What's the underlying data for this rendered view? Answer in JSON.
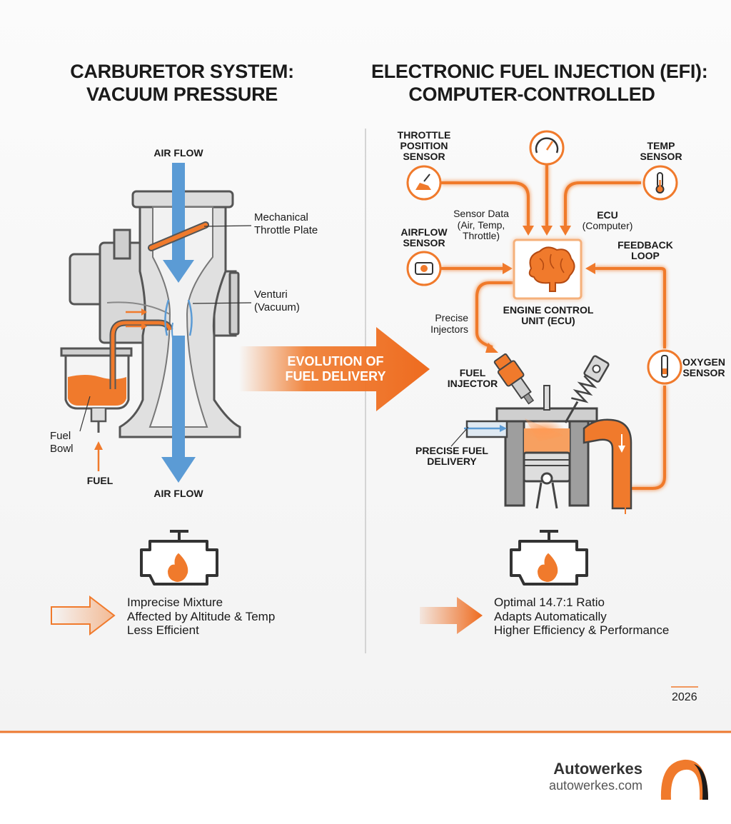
{
  "left": {
    "title_line1": "CARBURETOR SYSTEM:",
    "title_line2": "VACUUM PRESSURE",
    "air_flow_top": "AIR FLOW",
    "throttle_line1": "Mechanical",
    "throttle_line2": "Throttle Plate",
    "venturi_line1": "Venturi",
    "venturi_line2": "(Vacuum)",
    "fuel_bowl_line1": "Fuel",
    "fuel_bowl_line2": "Bowl",
    "fuel": "FUEL",
    "air_flow_bottom": "AIR FLOW",
    "note1": "Imprecise Mixture",
    "note2": "Affected by Altitude & Temp",
    "note3": "Less Efficient"
  },
  "center": {
    "evolution_line1": "EVOLUTION OF",
    "evolution_line2": "FUEL DELIVERY"
  },
  "right": {
    "title_line1": "ELECTRONIC FUEL INJECTION (EFI):",
    "title_line2": "COMPUTER-CONTROLLED",
    "tps_line1": "THROTTLE",
    "tps_line2": "POSITION",
    "tps_line3": "SENSOR",
    "temp_line1": "TEMP",
    "temp_line2": "SENSOR",
    "sensor_data_line1": "Sensor Data",
    "sensor_data_line2": "(Air, Temp,",
    "sensor_data_line3": "Throttle)",
    "ecu_line1": "ECU",
    "ecu_line2": "(Computer)",
    "airflow_line1": "AIRFLOW",
    "airflow_line2": "SENSOR",
    "feedback_line1": "FEEDBACK",
    "feedback_line2": "LOOP",
    "ecu_full_line1": "ENGINE CONTROL",
    "ecu_full_line2": "UNIT (ECU)",
    "injectors_line1": "Precise",
    "injectors_line2": "Injectors",
    "injector_line1": "FUEL",
    "injector_line2": "INJECTOR",
    "oxygen_line1": "OXYGEN",
    "oxygen_line2": "SENSOR",
    "delivery_line1": "PRECISE FUEL",
    "delivery_line2": "DELIVERY",
    "note1": "Optimal 14.7:1 Ratio",
    "note2": "Adapts Automatically",
    "note3": "Higher Efficiency & Performance"
  },
  "footer": {
    "year": "2026",
    "brand": "Autowerkes",
    "url": "autowerkes.com"
  },
  "colors": {
    "accent_orange": "#f07a2c",
    "air_blue": "#5b9bd5",
    "outline_gray": "#555555"
  },
  "icons": [
    "brain-icon",
    "gauge-icon",
    "temp-sensor-icon",
    "airflow-sensor-icon",
    "oxygen-sensor-icon",
    "throttle-position-sensor-icon",
    "fuel-injector-icon",
    "check-engine-icon",
    "brand-logo-icon"
  ]
}
